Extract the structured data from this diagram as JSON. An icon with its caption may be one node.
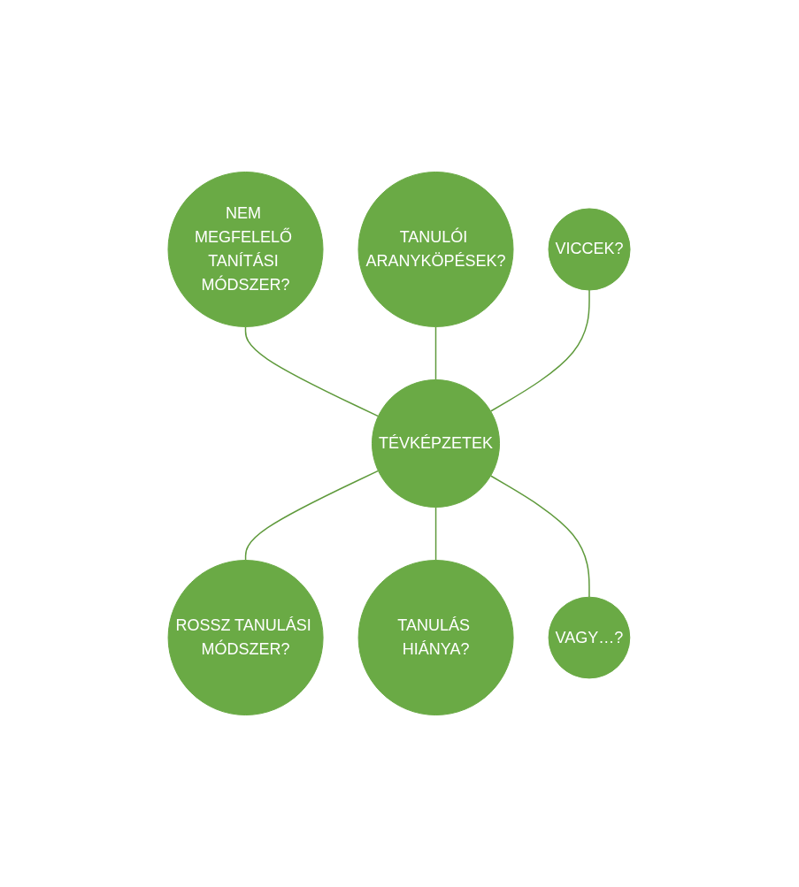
{
  "diagram": {
    "nodes": [
      {
        "text": [
          "TANULÓI ARANYKÖPÉSEK?"
        ]
      },
      {
        "text": [
          "NEM MEGFELELŐ TANÍTÁSI MÓDSZER?"
        ]
      },
      {
        "text": [
          "VICCEK?"
        ]
      },
      {
        "text": [
          "TÉVKÉPZETEK"
        ]
      },
      {
        "text": [
          "ROSSZ TANULÁSI MÓDSZER?"
        ]
      },
      {
        "text": [
          "VAGY…?"
        ]
      },
      {
        "text": [
          "TANULÁS HIÁNYA?"
        ]
      }
    ],
    "edges": [
      {
        "from": 1,
        "to": 3,
        "arrow": "none"
      },
      {
        "from": 0,
        "to": 3,
        "arrow": "none"
      },
      {
        "from": 2,
        "to": 3,
        "arrow": "none"
      },
      {
        "from": 3,
        "to": 4,
        "arrow": "none"
      },
      {
        "from": 3,
        "to": 6,
        "arrow": "none"
      },
      {
        "from": 3,
        "to": 5,
        "arrow": "none"
      }
    ]
  }
}
